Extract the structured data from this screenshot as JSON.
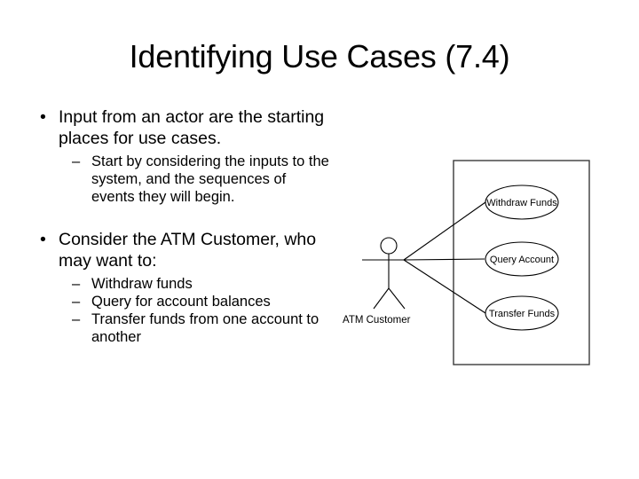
{
  "slide": {
    "title": "Identifying Use Cases (7.4)",
    "background_color": "#ffffff",
    "text_color": "#000000",
    "bullet_marker_level1": "•",
    "bullet_marker_level2": "–",
    "groups": [
      {
        "text": "Input from an actor are the starting places for use cases.",
        "subitems": [
          "Start by considering the inputs to the system, and the sequences of events they will begin."
        ]
      },
      {
        "text": "Consider the ATM Customer, who may want to:",
        "subitems": [
          "Withdraw funds",
          "Query for account balances",
          "Transfer funds from one account to another"
        ]
      }
    ]
  },
  "diagram": {
    "type": "uml-use-case-diagram",
    "actor": {
      "label": "ATM Customer"
    },
    "system_boundary": {
      "label": ""
    },
    "use_cases": [
      {
        "label": "Withdraw Funds"
      },
      {
        "label": "Query Account"
      },
      {
        "label": "Transfer Funds"
      }
    ],
    "associations": [
      {
        "from": "ATM Customer",
        "to": "Withdraw Funds"
      },
      {
        "from": "ATM Customer",
        "to": "Query Account"
      },
      {
        "from": "ATM Customer",
        "to": "Transfer Funds"
      }
    ],
    "stroke_color": "#000000",
    "boundary_color": "#3a3a3a"
  }
}
